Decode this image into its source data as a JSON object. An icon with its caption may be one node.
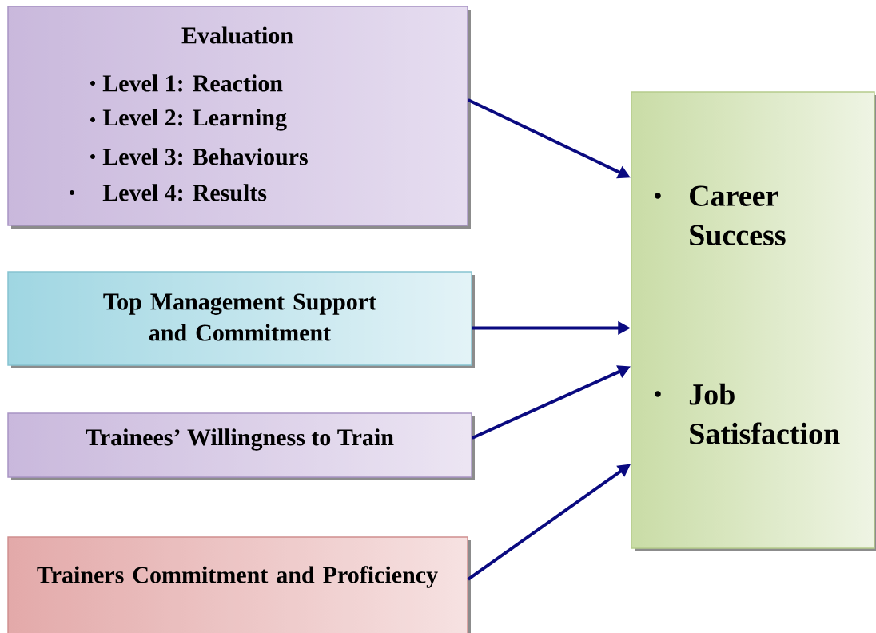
{
  "diagram": {
    "nodes": [
      {
        "text": [
          "Evaluation",
          "Level 1: Reaction",
          "Level 2: Learning",
          "Level 3: Behaviours",
          "Level 4: Results"
        ]
      },
      {
        "text": [
          "Top Management Support and Commitment"
        ]
      },
      {
        "text": [
          "Trainees’ Willingness to Train"
        ]
      },
      {
        "text": [
          "Trainers Commitment and Proficiency"
        ]
      },
      {
        "text": [
          "Career Success",
          "Job Satisfaction"
        ]
      }
    ],
    "edges": [
      {
        "from": 0,
        "to": 4,
        "arrow": "to"
      },
      {
        "from": 1,
        "to": 4,
        "arrow": "to"
      },
      {
        "from": 2,
        "to": 4,
        "arrow": "to"
      },
      {
        "from": 3,
        "to": 4,
        "arrow": "to"
      }
    ]
  }
}
